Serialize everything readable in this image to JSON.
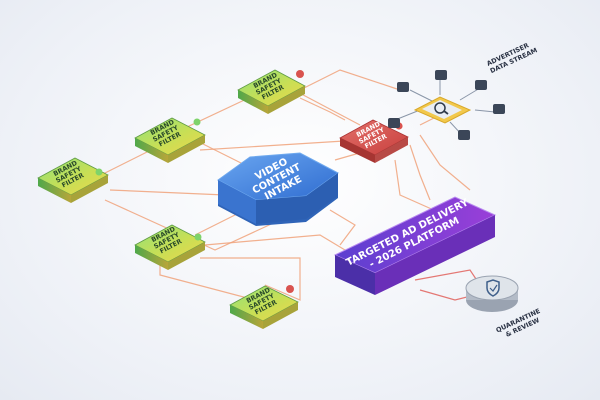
{
  "nodes": {
    "filter_top": {
      "lines": [
        "BRAND",
        "SAFETY",
        "FILTER"
      ]
    },
    "filter_upper_left": {
      "lines": [
        "BRAND",
        "SAFETY",
        "FILTER"
      ]
    },
    "filter_left": {
      "lines": [
        "BRAND",
        "SAFETY",
        "FILTER"
      ]
    },
    "filter_middle": {
      "lines": [
        "BRAND",
        "SAFETY",
        "FILTER"
      ]
    },
    "filter_bottom": {
      "lines": [
        "BRAND",
        "SAFETY",
        "FILTER"
      ]
    },
    "filter_right": {
      "lines": [
        "BRAND",
        "SAFETY",
        "FILTER"
      ]
    },
    "intake": {
      "lines": [
        "VIDEO",
        "CONTENT",
        "INTAKE"
      ]
    },
    "delivery": {
      "lines": [
        "TARGETED AD DELIVERY",
        "- 2026 PLATFORM"
      ]
    },
    "advertiser": {
      "lines": [
        "ADVERTISER",
        "DATA STREAM"
      ]
    },
    "quarantine": {
      "lines": [
        "QUARANTINE",
        "& REVIEW"
      ]
    }
  },
  "colors": {
    "connector": "#f0a27a",
    "connector_red": "#e0605c",
    "filter_green": "#7fd36a",
    "filter_yellow": "#e9d94a",
    "filter_red": "#d9534f",
    "intake_blue": "#3f7fd9",
    "delivery_purple": "#7a3fd0",
    "hub_gold": "#f2c84b"
  },
  "icons": {
    "hub": "magnifier-icon",
    "quarantine": "shield-icon"
  }
}
